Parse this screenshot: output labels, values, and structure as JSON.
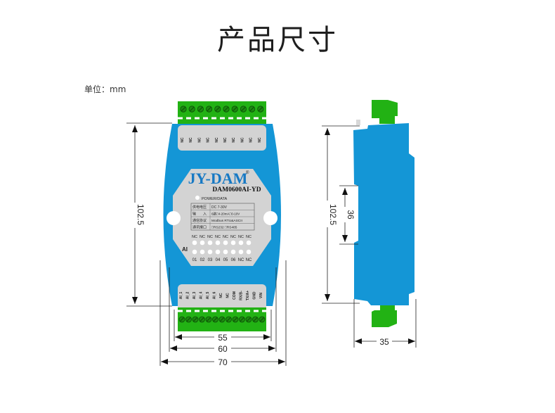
{
  "page": {
    "title": "产品尺寸",
    "unit_label": "单位：mm"
  },
  "front_view": {
    "brand": "JY-DAM",
    "registered_mark": "®",
    "model": "DAM0600AI-YD",
    "indicator_label": "POWER/DATA",
    "spec_table": [
      {
        "label": "供电电压",
        "value": "DC 7-30V"
      },
      {
        "label": "输　　入",
        "value": "6路□4-20mA□0-10V"
      },
      {
        "label": "通信协议",
        "value": "Modbus RTU&ASCII"
      },
      {
        "label": "通讯接口",
        "value": "□RS232 □RS485"
      }
    ],
    "led_group_label": "AI",
    "led_top_labels": [
      "NC",
      "NC",
      "NC",
      "NC",
      "NC",
      "NC",
      "NC",
      "NC"
    ],
    "led_bottom_labels": [
      "01",
      "02",
      "03",
      "04",
      "05",
      "06",
      "NC",
      "NC"
    ],
    "top_terminal_labels": [
      "NC",
      "NC",
      "NC",
      "NC",
      "NC",
      "NC",
      "NC",
      "NC",
      "NC",
      "NC"
    ],
    "bottom_terminal_labels": [
      "AI_1",
      "AI_2",
      "AI_3",
      "AI_4",
      "AI_5",
      "AI_6",
      "NC",
      "NC",
      "COM",
      "RX/B-",
      "TX/A+",
      "GND",
      "VIN"
    ]
  },
  "dimensions": {
    "front_height": "102.5",
    "width_inner": "55",
    "width_mid": "60",
    "width_outer": "70",
    "side_height": "102.5",
    "rail_slot": "36",
    "side_depth": "35"
  },
  "colors": {
    "housing_blue": "#1496d6",
    "panel_gray": "#d3d3d3",
    "terminal_green": "#22b214",
    "dim_line": "#222222"
  }
}
